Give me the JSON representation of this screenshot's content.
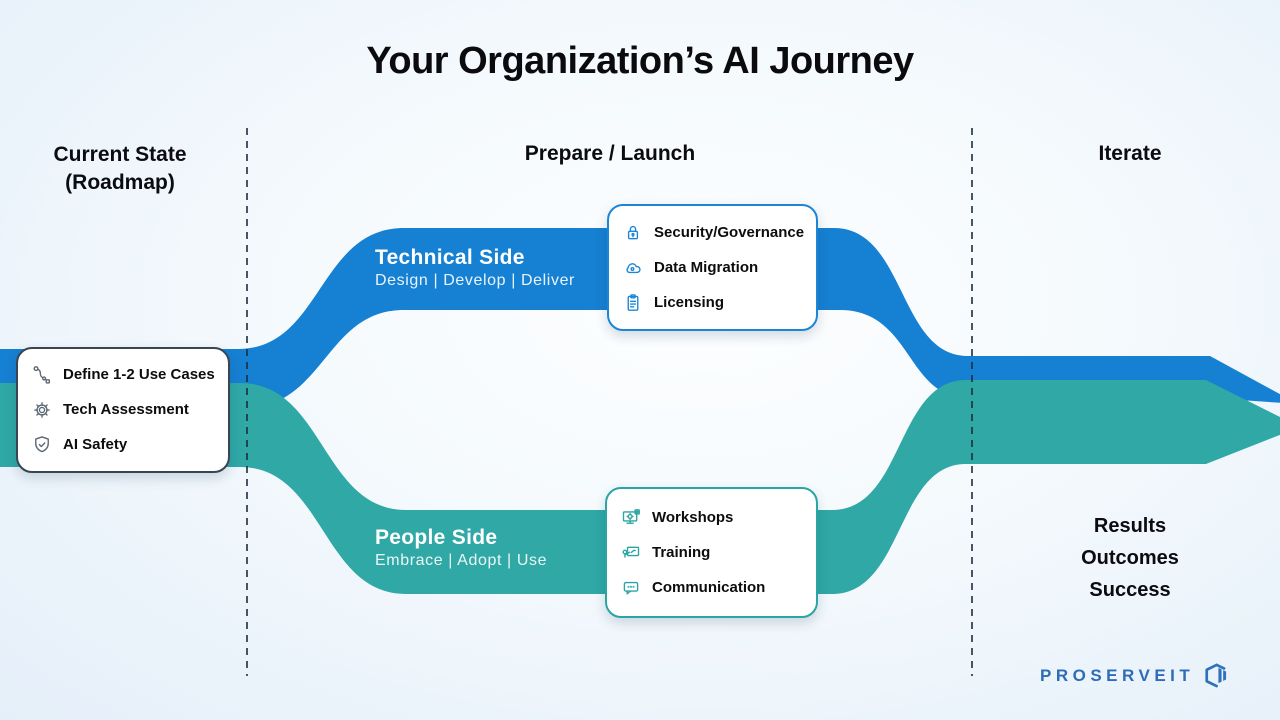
{
  "title": "Your Organization’s AI Journey",
  "columns": {
    "left": {
      "line1": "Current State",
      "line2": "(Roadmap)"
    },
    "middle": {
      "label": "Prepare / Launch"
    },
    "right": {
      "label": "Iterate"
    }
  },
  "ribbons": {
    "technical": {
      "title": "Technical Side",
      "subtitle": "Design | Develop | Deliver",
      "color": "#1680D2"
    },
    "people": {
      "title": "People Side",
      "subtitle": "Embrace | Adopt | Use",
      "color": "#2FA8A6"
    }
  },
  "cards": {
    "current_state": {
      "items": [
        {
          "icon": "use-case-flow-icon",
          "label": "Define 1-2 Use Cases"
        },
        {
          "icon": "gear-icon",
          "label": "Tech Assessment"
        },
        {
          "icon": "shield-check-icon",
          "label": "AI Safety"
        }
      ]
    },
    "technical": {
      "items": [
        {
          "icon": "lock-icon",
          "label": "Security/Governance"
        },
        {
          "icon": "cloud-icon",
          "label": "Data Migration"
        },
        {
          "icon": "clipboard-icon",
          "label": "Licensing"
        }
      ]
    },
    "people": {
      "items": [
        {
          "icon": "workshop-monitor-icon",
          "label": "Workshops"
        },
        {
          "icon": "training-presenter-icon",
          "label": "Training"
        },
        {
          "icon": "chat-bubble-icon",
          "label": "Communication"
        }
      ]
    }
  },
  "outcome": {
    "lines": [
      "Results",
      "Outcomes",
      "Success"
    ]
  },
  "logo": {
    "text": "PROSERVEIT"
  },
  "colors": {
    "blue": "#1680D2",
    "teal": "#2FA8A6",
    "dash": "#1D2D3E",
    "logo_blue": "#2E6CB5",
    "card_border_dark": "#3A4552"
  }
}
